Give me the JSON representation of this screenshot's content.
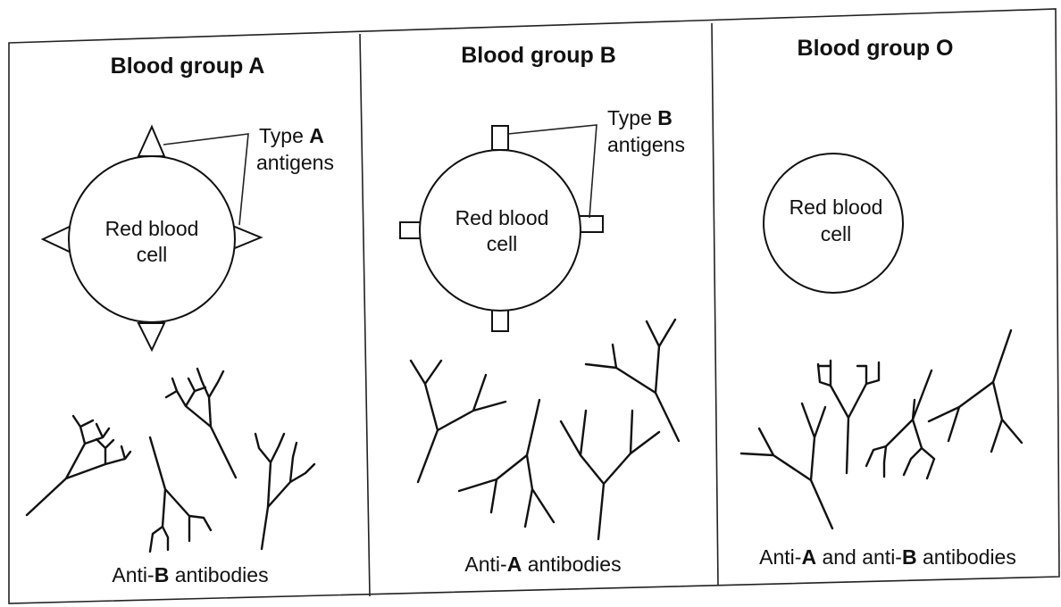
{
  "panels": [
    {
      "title": "Blood group A",
      "cell_label": [
        "Red blood",
        "cell"
      ],
      "antigen_label": {
        "prefix": "Type ",
        "bold": "A",
        "line2": "antigens"
      },
      "antibody_label": {
        "prefix": "Anti-",
        "bold": "B",
        "suffix": " antibodies"
      }
    },
    {
      "title": "Blood group B",
      "cell_label": [
        "Red blood",
        "cell"
      ],
      "antigen_label": {
        "prefix": "Type ",
        "bold": "B",
        "line2": "antigens"
      },
      "antibody_label": {
        "prefix": "Anti-",
        "bold": "A",
        "suffix": " antibodies"
      }
    },
    {
      "title": "Blood group O",
      "cell_label": [
        "Red blood",
        "cell"
      ],
      "antibody_label": {
        "prefix": "Anti-",
        "bold": "A",
        "mid": " and anti-",
        "bold2": "B",
        "suffix": " antibodies"
      }
    }
  ]
}
